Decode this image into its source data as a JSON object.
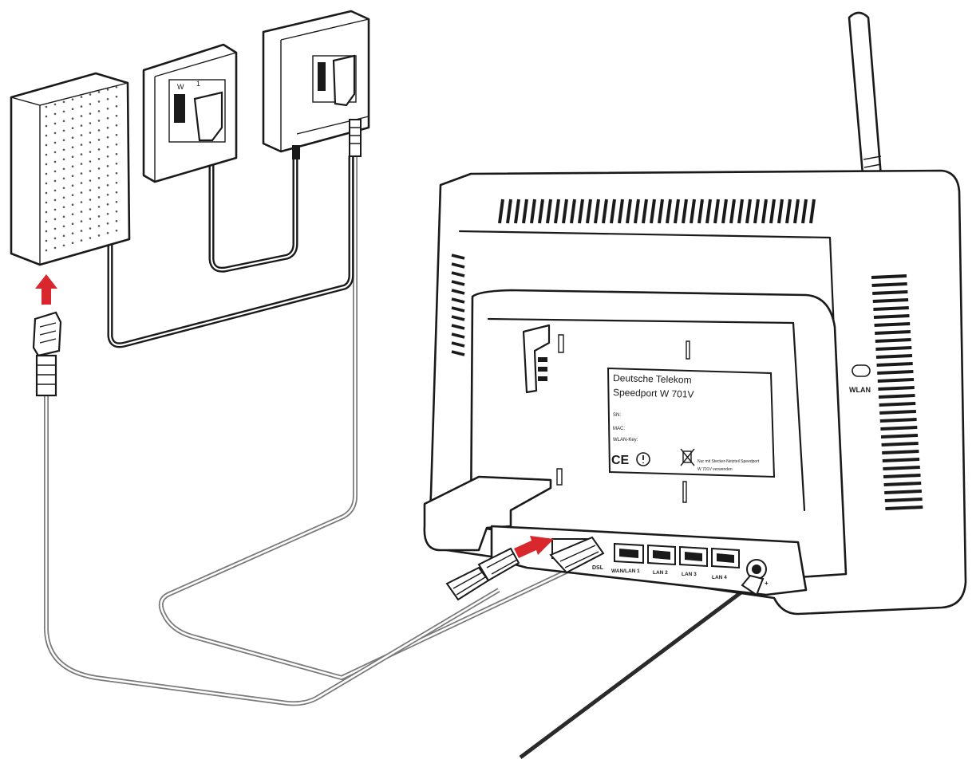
{
  "router_label": {
    "brand": "Deutsche Telekom",
    "model": "Speedport W 701V",
    "line_sn": "SN:",
    "line_mac": "MAC:",
    "line_key": "WLAN-Key:",
    "notice_line1": "Nur mit Stecker-Netzteil Speedport",
    "notice_line2": "W 701V verwenden"
  },
  "port_labels": {
    "dsl": "DSL",
    "lan1": "WAN/LAN 1",
    "lan2": "LAN 2",
    "lan3": "LAN 3",
    "lan4": "LAN 4",
    "wlan": "WLAN"
  },
  "colors": {
    "arrow": "#d9272e",
    "outline": "#1a1a1a",
    "cable_gray": "#7a7a7a",
    "cable_dark": "#2a2a2a"
  },
  "icons": {
    "antenna": "antenna-icon",
    "arrow": "arrow-up-icon",
    "plug": "rj45-plug-icon",
    "ce": "ce-mark-icon",
    "bin": "crossed-bin-icon"
  }
}
